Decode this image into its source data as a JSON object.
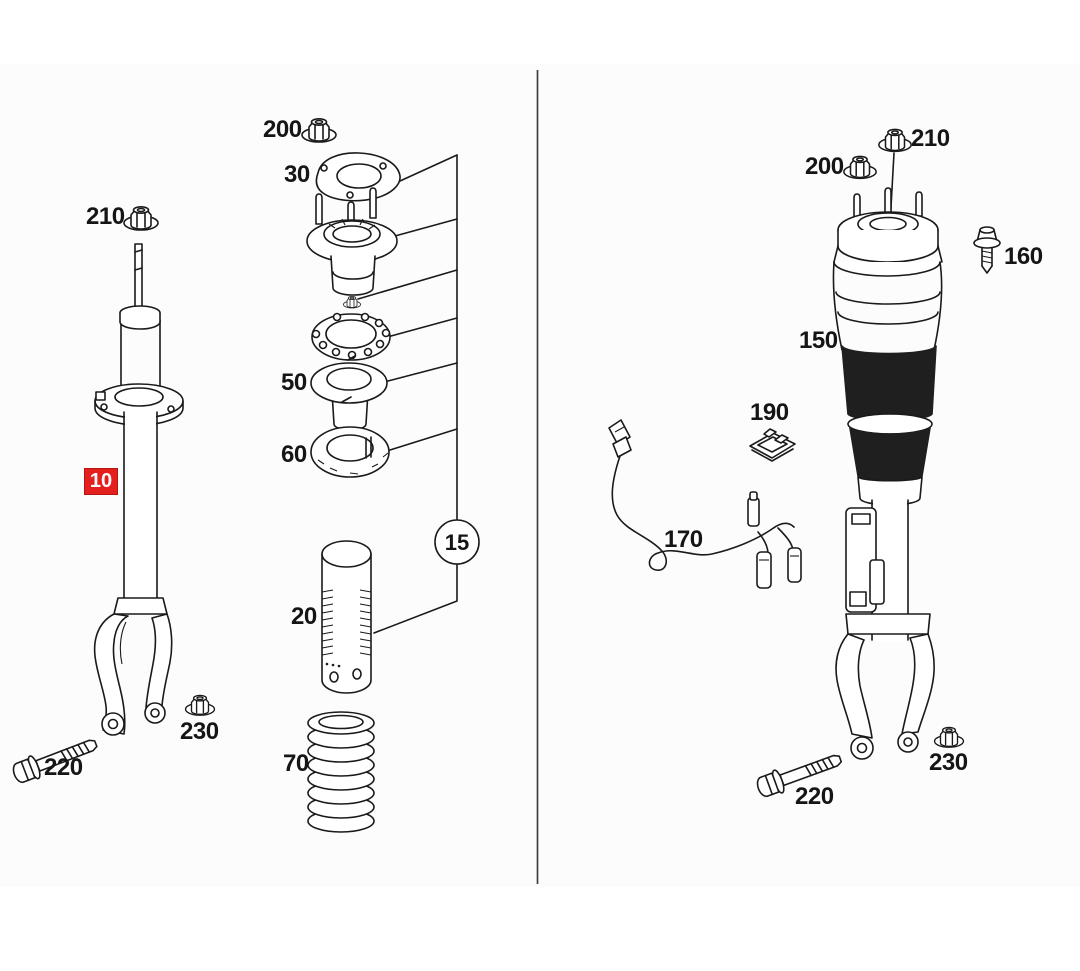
{
  "colors": {
    "page_background": "#ffffff",
    "canvas_background": "#fcfcfc",
    "line": "#1a1a1a",
    "divider": "#3f3f3f",
    "highlight_background": "#e3201e",
    "highlight_text": "#ffffff"
  },
  "left_panel": {
    "labels": {
      "shock_absorber": "10",
      "rod_nut": "210",
      "mount_nut": "200",
      "top_plate": "30",
      "spring_seat": "50",
      "seat_ring": "60",
      "mount_group_ref": "15",
      "dust_cover": "20",
      "coil_spring": "70",
      "fork_bolt": "220",
      "fork_nut": "230"
    }
  },
  "right_panel": {
    "labels": {
      "air_strut": "150",
      "valve": "160",
      "sensor_cable": "170",
      "clip": "190",
      "mount_nut": "200",
      "rod_nut": "210",
      "fork_bolt": "220",
      "fork_nut": "230"
    }
  }
}
